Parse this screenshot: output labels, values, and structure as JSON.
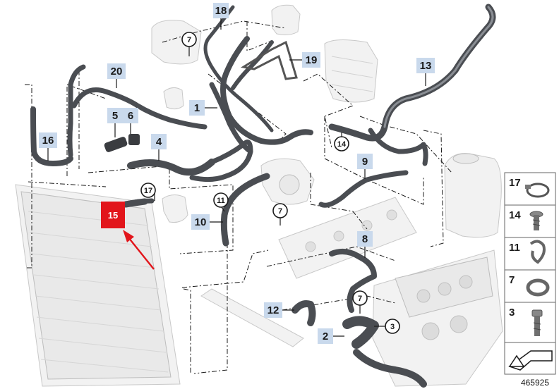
{
  "diagram_id": "465925",
  "highlight": {
    "label": "15",
    "color": "#e2151b"
  },
  "callouts": [
    {
      "id": "c18",
      "label": "18"
    },
    {
      "id": "c20",
      "label": "20"
    },
    {
      "id": "c19",
      "label": "19"
    },
    {
      "id": "c13",
      "label": "13"
    },
    {
      "id": "c1",
      "label": "1"
    },
    {
      "id": "c5",
      "label": "5"
    },
    {
      "id": "c6",
      "label": "6"
    },
    {
      "id": "c16",
      "label": "16"
    },
    {
      "id": "c4",
      "label": "4"
    },
    {
      "id": "c9",
      "label": "9"
    },
    {
      "id": "c10",
      "label": "10"
    },
    {
      "id": "c8",
      "label": "8"
    },
    {
      "id": "c12",
      "label": "12"
    },
    {
      "id": "c2",
      "label": "2"
    }
  ],
  "circle_callouts": [
    {
      "id": "k7a",
      "label": "7"
    },
    {
      "id": "k14",
      "label": "14"
    },
    {
      "id": "k17",
      "label": "17"
    },
    {
      "id": "k11",
      "label": "11"
    },
    {
      "id": "k7b",
      "label": "7"
    },
    {
      "id": "k7c",
      "label": "7"
    },
    {
      "id": "k3",
      "label": "3"
    }
  ],
  "legend": [
    {
      "label": "17",
      "icon": "hose-clamp-icon"
    },
    {
      "label": "14",
      "icon": "screw-icon"
    },
    {
      "label": "11",
      "icon": "spring-clip-icon"
    },
    {
      "label": "7",
      "icon": "clamp-ring-icon"
    },
    {
      "label": "3",
      "icon": "bolt-icon"
    }
  ],
  "colors": {
    "hose": "#4a4d52",
    "callout_bg": "#c9d9ec",
    "ghost": "#f2f2f2"
  }
}
